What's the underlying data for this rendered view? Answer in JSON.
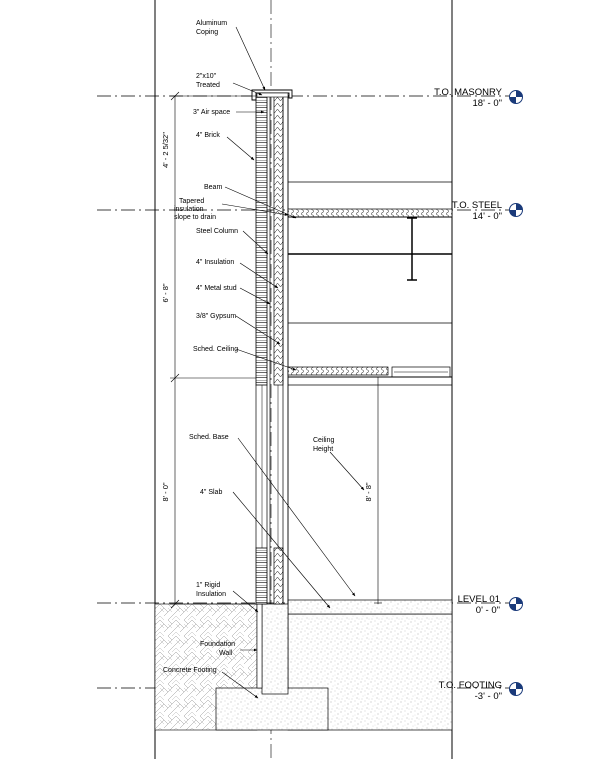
{
  "levels": [
    {
      "id": "to-masonry",
      "name": "T.O. MASONRY",
      "elevation": "18' - 0\""
    },
    {
      "id": "to-steel",
      "name": "T.O. STEEL",
      "elevation": "14' - 0\""
    },
    {
      "id": "level-01",
      "name": "LEVEL 01",
      "elevation": "0' - 0\""
    },
    {
      "id": "to-footing",
      "name": "T.O. FOOTING",
      "elevation": "-3' - 0\""
    }
  ],
  "annotations": {
    "coping_1": "Aluminum",
    "coping_2": "Coping",
    "treated_1": "2\"x10\"",
    "treated_2": "Treated",
    "air_space": "3\" Air space",
    "brick": "4\" Brick",
    "beam": "Beam",
    "tapered_1": "Tapered",
    "tapered_2": "insulation",
    "tapered_3": "slope to drain",
    "steel_column": "Steel Column",
    "insulation": "4\" Insulation",
    "metal_stud": "4\" Metal stud",
    "gypsum": "3/8\" Gypsum",
    "sched_ceiling": "Sched. Ceiling",
    "sched_base": "Sched. Base",
    "ceiling_height_1": "Ceiling",
    "ceiling_height_2": "Height",
    "slab": "4\" Slab",
    "rigid_1": "1\" Rigid",
    "rigid_2": "Insulation",
    "foundation_1": "Foundation",
    "foundation_2": "Wall",
    "concrete_footing": "Concrete Footing"
  },
  "dimensions": {
    "parapet": "4' - 2 5/32\"",
    "upper": "6' - 8\"",
    "lower": "8' - 0\"",
    "ceiling_height": "8' - 8\""
  }
}
